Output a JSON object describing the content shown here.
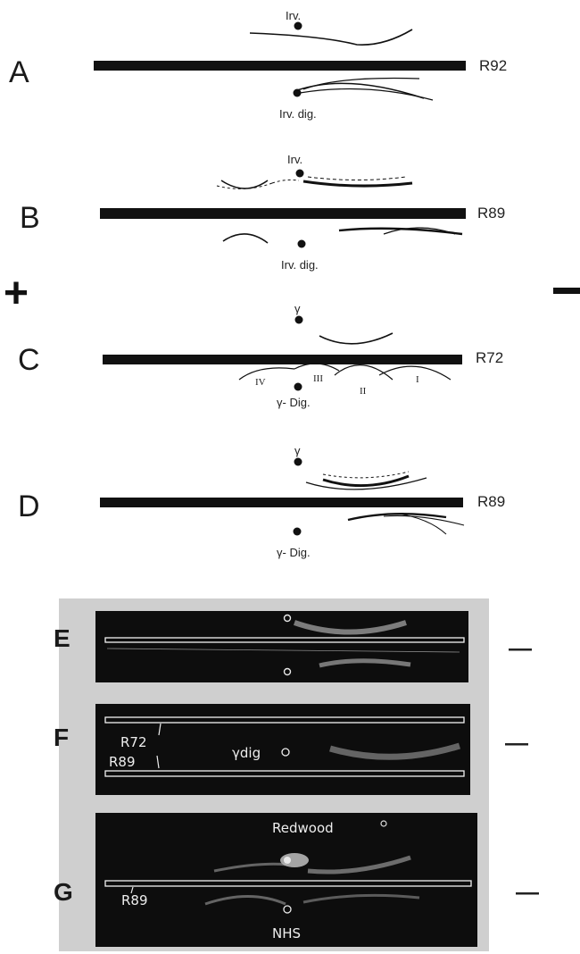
{
  "panels": [
    {
      "letter": "A",
      "label": "R92",
      "top_sample": "Irv.",
      "bottom_sample": "Irv. dig."
    },
    {
      "letter": "B",
      "label": "R89",
      "top_sample": "Irv.",
      "bottom_sample": "Irv. dig."
    },
    {
      "letter": "C",
      "label": "R72",
      "top_sample": "γ",
      "bottom_sample": "γ- Dig.",
      "roman_numerals": [
        "IV",
        "III",
        "II",
        "I"
      ]
    },
    {
      "letter": "D",
      "label": "R89",
      "top_sample": "γ",
      "bottom_sample": "γ- Dig."
    }
  ],
  "polarity": {
    "positive": "+",
    "negative": "−"
  },
  "photos": [
    {
      "letter": "E",
      "negative": "−"
    },
    {
      "letter": "F",
      "negative": "−",
      "label_top": "R72",
      "label_bottom": "R89",
      "sample": "γdig"
    },
    {
      "letter": "G",
      "negative": "−",
      "label_top": "Redwood",
      "label_bottom": "NHS",
      "label_side": "R89"
    }
  ]
}
